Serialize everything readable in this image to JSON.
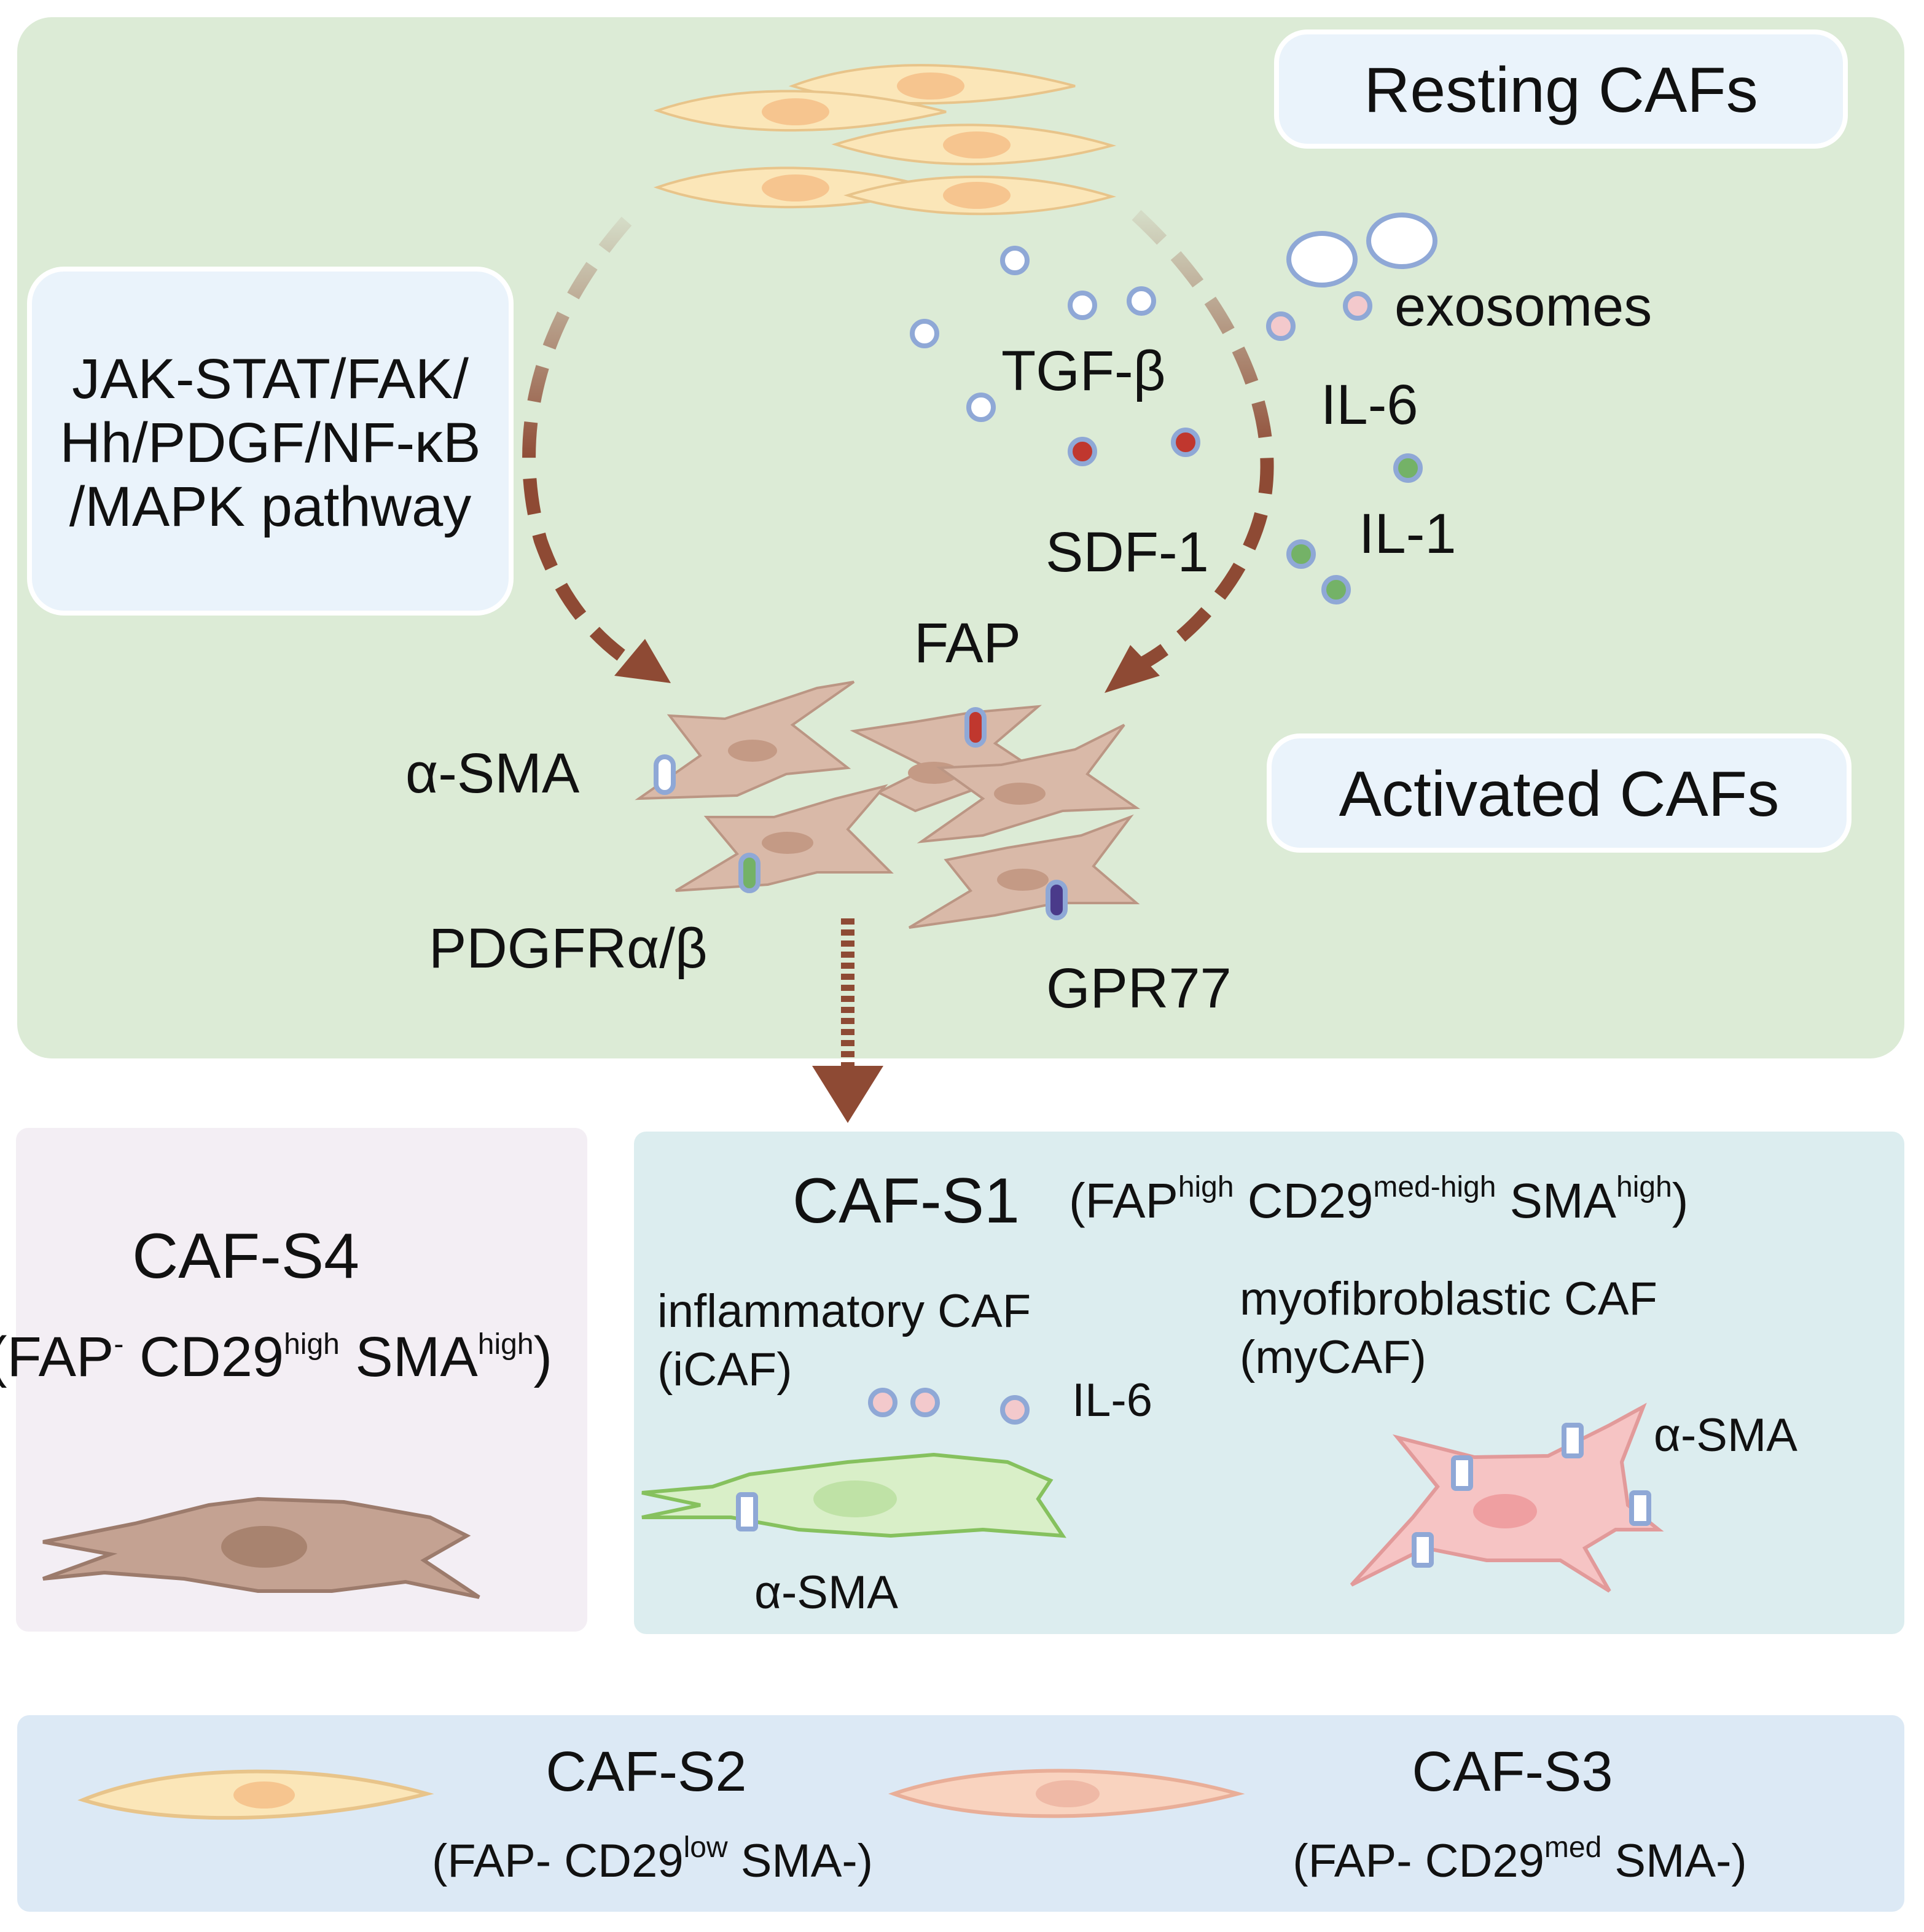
{
  "colors": {
    "top_panel": "#dcebd6",
    "arrow": "#8e4a34",
    "resting_cell": "#fbe6b8",
    "resting_nucleus": "#f6c58f",
    "activated_cell": "#d9b9a8",
    "activated_nucleus": "#c49a85",
    "label_box": "#eaf3fb",
    "s4_panel": "#f3eef4",
    "s1_panel": "#dcedef",
    "bottom_panel": "#dce9f5",
    "icaf_cell": "#d9efc8",
    "icaf_outline": "#86c15e",
    "mycaf_cell": "#f6c4c4",
    "receptor_blue": "#8fa8d6",
    "dot_pink": "#f3c9cc",
    "dot_red": "#c0372e",
    "dot_green": "#74b267"
  },
  "top": {
    "resting_label": "Resting CAFs",
    "activated_label": "Activated CAFs",
    "pathway_lines": [
      "JAK-STAT/FAK/",
      "Hh/PDGF/NF-κB",
      "/MAPK pathway"
    ],
    "exosomes": "exosomes",
    "tgf": "TGF-β",
    "il6": "IL-6",
    "sdf1": "SDF-1",
    "il1": "IL-1",
    "fap": "FAP",
    "asma": "α-SMA",
    "pdgfr": "PDGFRα/β",
    "gpr77": "GPR77"
  },
  "s4": {
    "title": "CAF-S4",
    "marker": {
      "p1": "(FAP",
      "sup1": "-",
      "p2": " CD29",
      "sup2": "high",
      "p3": " SMA",
      "sup3": "high",
      "p4": ")"
    }
  },
  "s1": {
    "title": "CAF-S1",
    "marker": {
      "p1": "(FAP",
      "sup1": "high",
      "p2": " CD29",
      "sup2": "med-high",
      "p3": " SMA",
      "sup3": "high",
      "p4": ")"
    },
    "icaf_line1": "inflammatory CAF",
    "icaf_line2": "(iCAF)",
    "il6": "IL-6",
    "icaf_asma": "α-SMA",
    "mycaf_line1": "myofibroblastic CAF",
    "mycaf_line2": "(myCAF)",
    "mycaf_asma": "α-SMA"
  },
  "s2": {
    "title": "CAF-S2",
    "marker": {
      "p1": "(FAP- CD29",
      "sup1": "low",
      "p2": " SMA-)"
    }
  },
  "s3": {
    "title": "CAF-S3",
    "marker": {
      "p1": "(FAP- CD29",
      "sup1": "med",
      "p2": " SMA-)"
    }
  }
}
